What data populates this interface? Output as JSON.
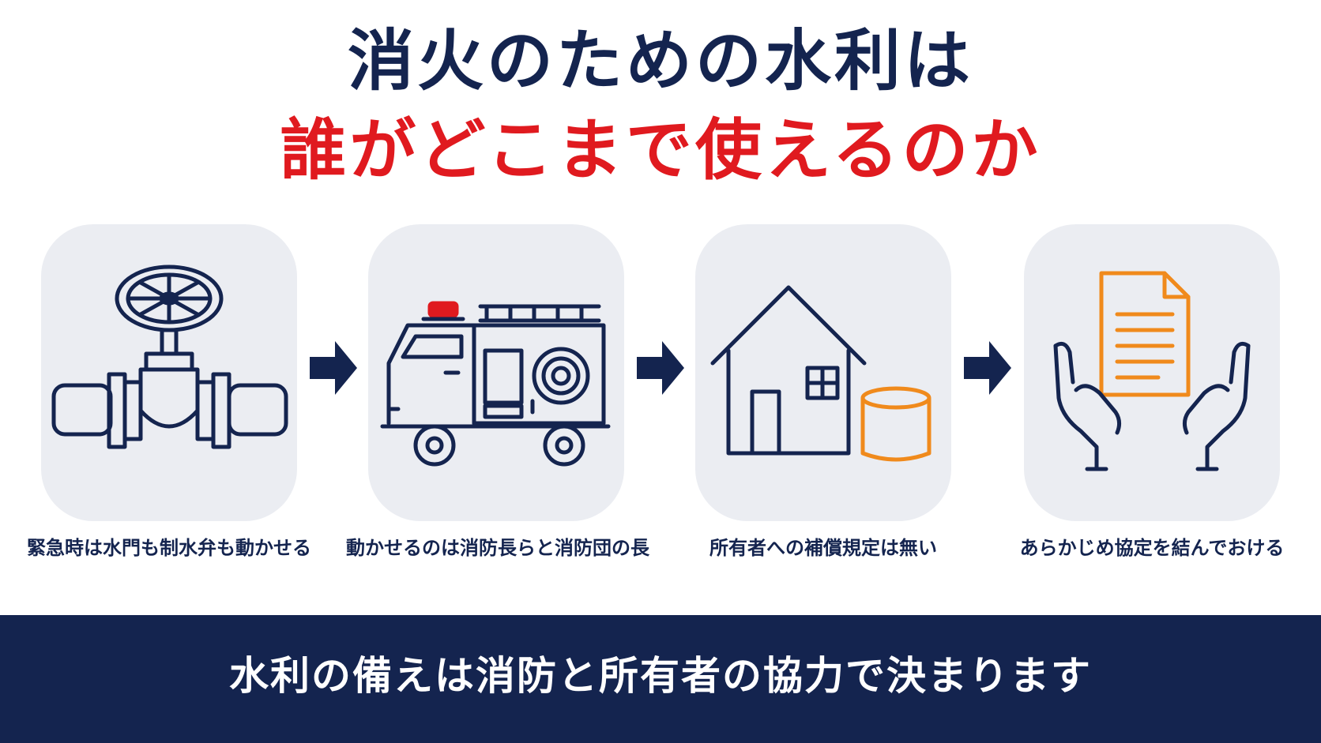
{
  "title": {
    "line1": "消火のための水利は",
    "line2": "誰がどこまで使えるのか"
  },
  "steps": [
    {
      "icon": "valve-pipe-icon",
      "caption": "緊急時は水門も制水弁も動かせる"
    },
    {
      "icon": "fire-truck-icon",
      "caption": "動かせるのは消防長らと消防団の長"
    },
    {
      "icon": "house-water-tank-icon",
      "caption": "所有者への補償規定は無い"
    },
    {
      "icon": "hands-document-icon",
      "caption": "あらかじめ協定を結んでおける"
    }
  ],
  "footer": {
    "text": "水利の備えは消防と所有者の協力で決まります"
  },
  "colors": {
    "navy": "#14244f",
    "red": "#e01a1f",
    "orange": "#f08a1c",
    "card_bg": "#ebedf2"
  }
}
